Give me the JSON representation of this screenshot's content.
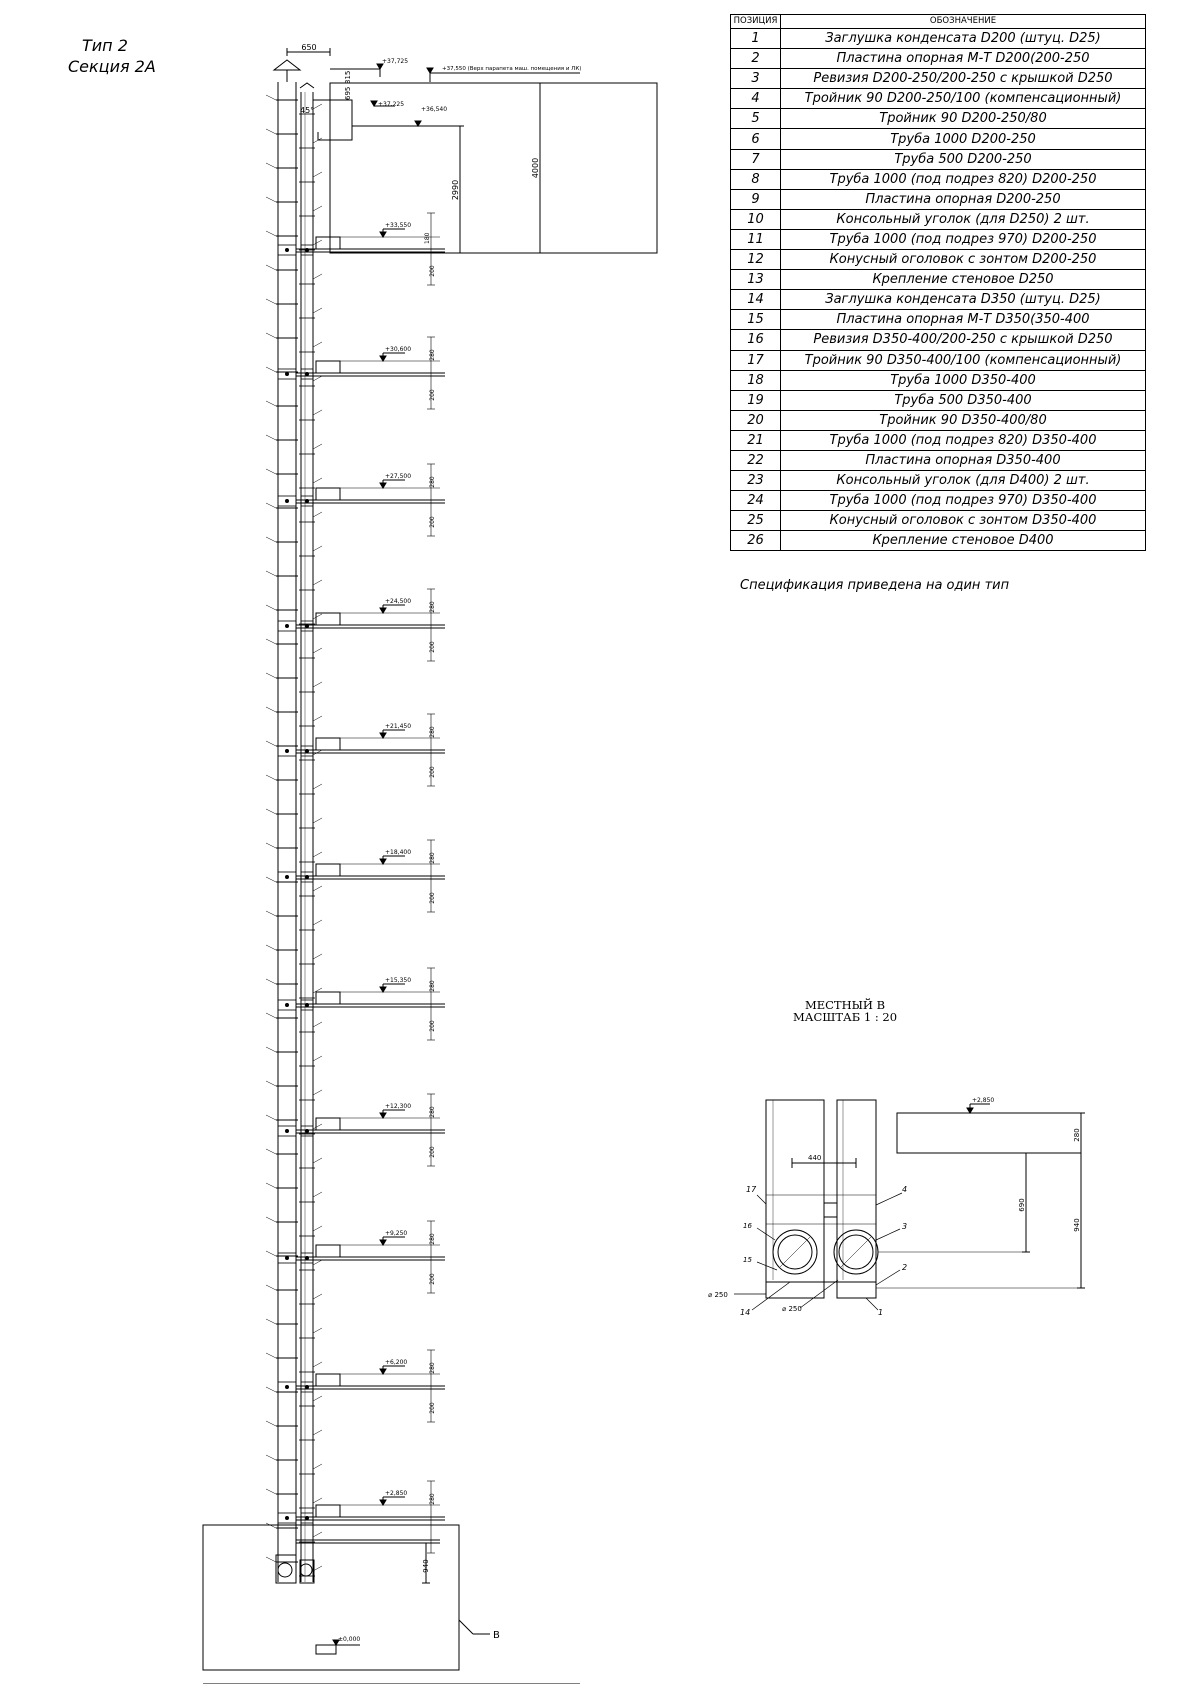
{
  "header": {
    "type_label": "Тип 2",
    "section_label": "Секция 2А"
  },
  "spec_table": {
    "col_position": "ПОЗИЦИЯ",
    "col_designation": "ОБОЗНАЧЕНИЕ",
    "rows": [
      {
        "pos": "1",
        "name": "Заглушка конденсата D200 (штуц. D25)"
      },
      {
        "pos": "2",
        "name": "Пластина опорная М-Т D200(200-250"
      },
      {
        "pos": "3",
        "name": "Ревизия D200-250/200-250 с крышкой D250"
      },
      {
        "pos": "4",
        "name": "Тройник 90 D200-250/100 (компенсационный)"
      },
      {
        "pos": "5",
        "name": "Тройник 90 D200-250/80"
      },
      {
        "pos": "6",
        "name": "Труба 1000 D200-250"
      },
      {
        "pos": "7",
        "name": "Труба 500 D200-250"
      },
      {
        "pos": "8",
        "name": "Труба 1000 (под подрез 820) D200-250"
      },
      {
        "pos": "9",
        "name": "Пластина опорная D200-250"
      },
      {
        "pos": "10",
        "name": "Консольный уголок (для D250) 2 шт."
      },
      {
        "pos": "11",
        "name": "Труба 1000 (под подрез 970) D200-250"
      },
      {
        "pos": "12",
        "name": "Конусный оголовок с зонтом D200-250"
      },
      {
        "pos": "13",
        "name": "Крепление стеновое D250"
      },
      {
        "pos": "14",
        "name": "Заглушка конденсата D350 (штуц. D25)"
      },
      {
        "pos": "15",
        "name": "Пластина опорная М-Т D350(350-400"
      },
      {
        "pos": "16",
        "name": "Ревизия D350-400/200-250 с крышкой D250"
      },
      {
        "pos": "17",
        "name": "Тройник 90 D350-400/100 (компенсационный)"
      },
      {
        "pos": "18",
        "name": "Труба 1000 D350-400"
      },
      {
        "pos": "19",
        "name": "Труба 500 D350-400"
      },
      {
        "pos": "20",
        "name": "Тройник 90 D350-400/80"
      },
      {
        "pos": "21",
        "name": "Труба 1000 (под подрез 820) D350-400"
      },
      {
        "pos": "22",
        "name": "Пластина опорная D350-400"
      },
      {
        "pos": "23",
        "name": "Консольный уголок (для D400) 2 шт."
      },
      {
        "pos": "24",
        "name": "Труба 1000 (под подрез 970) D350-400"
      },
      {
        "pos": "25",
        "name": "Конусный оголовок с зонтом D350-400"
      },
      {
        "pos": "26",
        "name": "Крепление стеновое D400"
      }
    ]
  },
  "spec_note": "Спецификация приведена на один тип",
  "main_elevation": {
    "top_width_dim": "650",
    "top_level": "+37,725",
    "parapet_level": "+37,550 (Верх парапета маш. помещения и ЛК)",
    "outlet_level": "+37,225",
    "angle": "45°",
    "dims_top": [
      "695",
      "315"
    ],
    "roof_level": "+36,540",
    "dim_2990": "2990",
    "dim_4000": "4000",
    "roof_dim_180": "180",
    "dim_200": "200",
    "dim_280": "280",
    "dim_940": "940",
    "ground_level": "±0,000",
    "detail_callout": "B",
    "floors": [
      {
        "level": "+33,550"
      },
      {
        "level": "+30,600"
      },
      {
        "level": "+27,500"
      },
      {
        "level": "+24,500"
      },
      {
        "level": "+21,450"
      },
      {
        "level": "+18,400"
      },
      {
        "level": "+15,350"
      },
      {
        "level": "+12,300"
      },
      {
        "level": "+9,250"
      },
      {
        "level": "+6,200"
      },
      {
        "level": "+2,850"
      }
    ]
  },
  "detail_b": {
    "title_line1": "МЕСТНЫЙ В",
    "title_line2": "МАСШТАБ 1 : 20",
    "level": "+2,850",
    "dim_440": "440",
    "dim_280": "280",
    "dim_690": "690",
    "dim_940": "940",
    "diameter_left": "⌀ 250",
    "diameter_right": "⌀ 250",
    "pos_labels": {
      "p17": "17",
      "p16": "16",
      "p15": "15",
      "p14": "14",
      "p4": "4",
      "p3": "3",
      "p2": "2",
      "p1": "1"
    }
  }
}
